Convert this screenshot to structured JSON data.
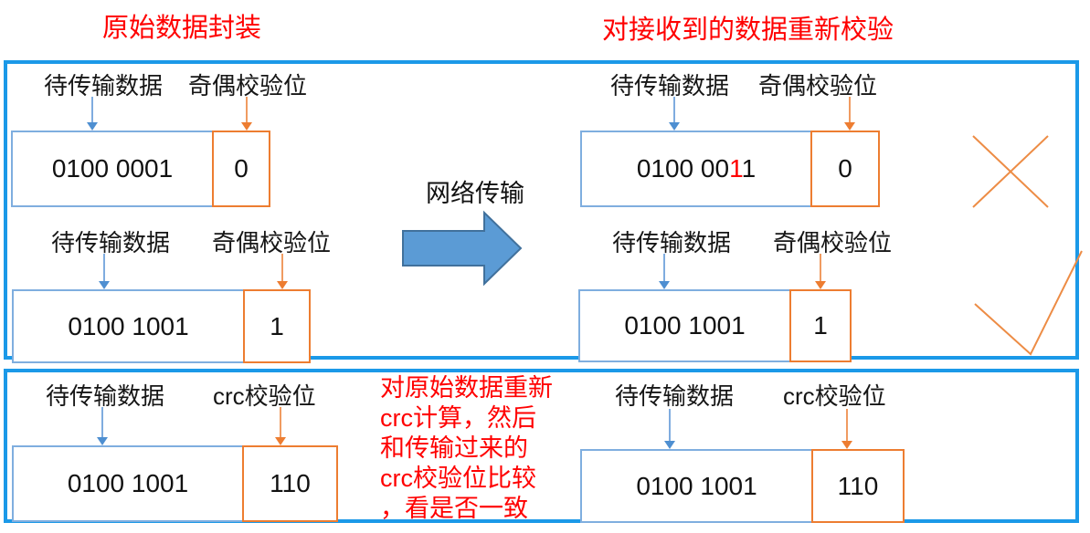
{
  "titles": {
    "left": "原始数据封装",
    "right": "对接收到的数据重新校验"
  },
  "transfer_label": "网络传输",
  "labels": {
    "data": "待传输数据",
    "parity": "奇偶校验位",
    "crc": "crc校验位"
  },
  "parity": {
    "sender": [
      {
        "data": "0100 0001",
        "check": "0"
      },
      {
        "data": "0100 1001",
        "check": "1"
      }
    ],
    "receiver": [
      {
        "data_prefix": "0100 00",
        "error_bit": "1",
        "data_suffix": "1",
        "check": "0",
        "result": "error"
      },
      {
        "data": "0100 1001",
        "check": "1",
        "result": "ok"
      }
    ]
  },
  "crc": {
    "sender": {
      "data": "0100 1001",
      "check": "110"
    },
    "receiver": {
      "data": "0100 1001",
      "check": "110"
    },
    "note_lines": [
      "对原始数据重新",
      "crc计算，然后",
      "和传输过来的",
      "crc校验位比较",
      "，看是否一致"
    ]
  },
  "colors": {
    "frame_blue": "#1B99E8",
    "data_box_blue": "#7FAEDF",
    "check_box_orange": "#ED7D31",
    "transfer_arrow_fill": "#5B9BD5",
    "transfer_arrow_stroke": "#41719C",
    "mark_orange": "#ED8C45",
    "title_red": "#FF0000",
    "error_bit_red": "#FF0000"
  }
}
